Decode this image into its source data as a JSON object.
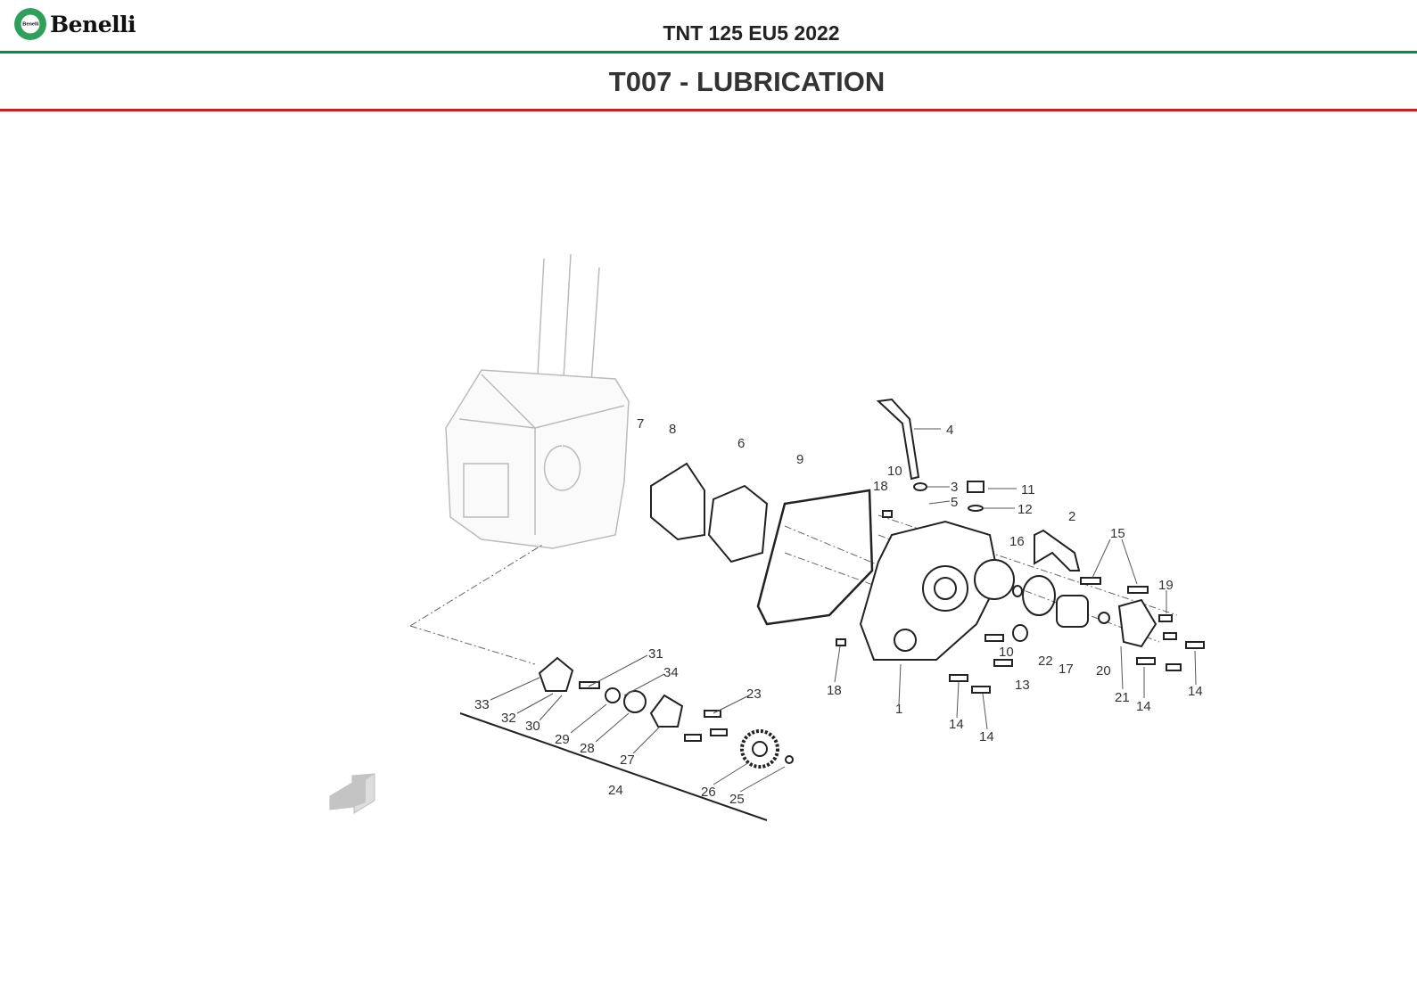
{
  "header": {
    "brand": "Benelli",
    "badge_text": "Benelli",
    "model": "TNT 125 EU5 2022",
    "colors": {
      "green": "#16834a",
      "red": "#e0141b"
    }
  },
  "page": {
    "title": "T007 - LUBRICATION"
  },
  "diagram": {
    "callouts": [
      "7",
      "8",
      "6",
      "9",
      "4",
      "10",
      "18",
      "3",
      "5",
      "11",
      "12",
      "2",
      "15",
      "16",
      "19",
      "10",
      "22",
      "17",
      "20",
      "13",
      "18",
      "21",
      "14",
      "14",
      "1",
      "14",
      "14",
      "31",
      "34",
      "23",
      "33",
      "32",
      "30",
      "29",
      "28",
      "27",
      "24",
      "26",
      "25"
    ],
    "nav_icon": "arrow-back-icon"
  }
}
